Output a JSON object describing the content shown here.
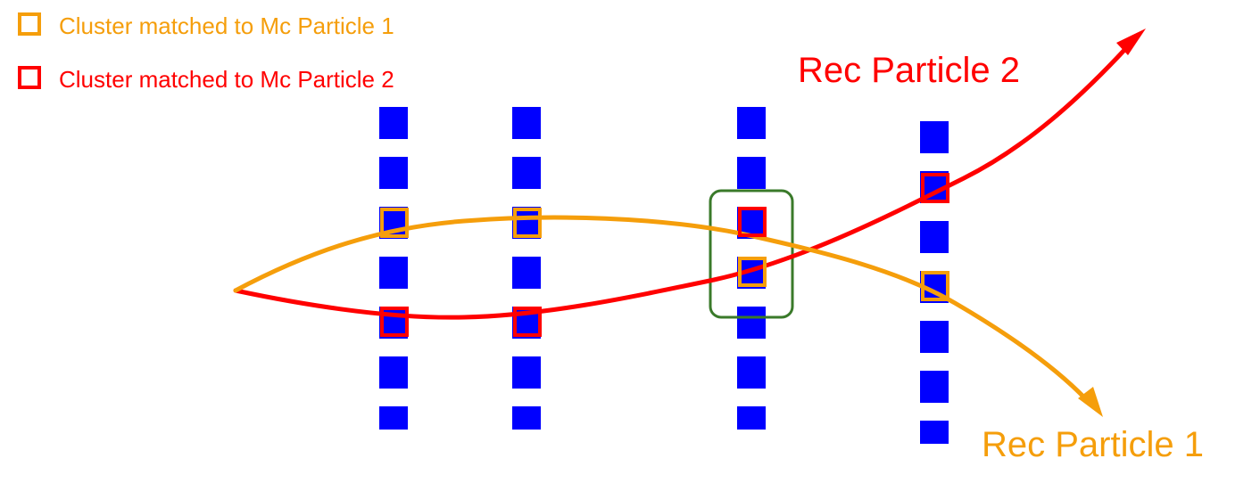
{
  "legend": {
    "items": [
      {
        "label": "Cluster matched to Mc Particle 1",
        "color": "#f59e0b"
      },
      {
        "label": "Cluster matched to Mc Particle 2",
        "color": "#ff0000"
      }
    ]
  },
  "labels": {
    "rec_particle_1": "Rec Particle 1",
    "rec_particle_2": "Rec Particle 2"
  },
  "colors": {
    "particle_1": "#f59e0b",
    "particle_2": "#ff0000",
    "detector": "#0000ff",
    "ambiguous_box": "#3a7a2a"
  }
}
